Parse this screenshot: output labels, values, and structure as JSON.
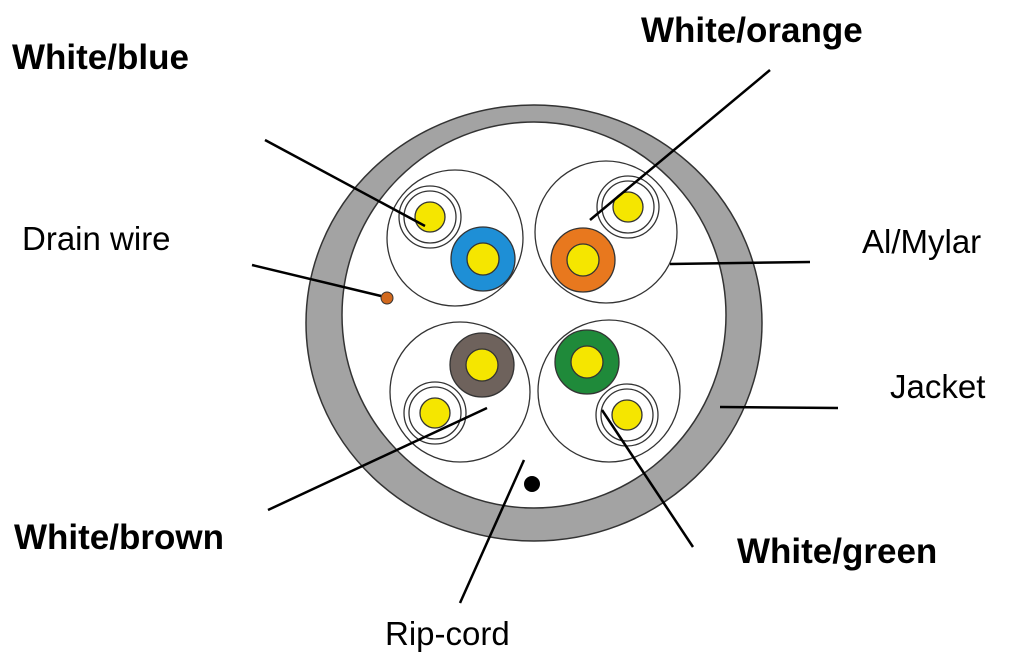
{
  "labels": {
    "white_blue": "White/blue",
    "white_orange": "White/orange",
    "drain_wire": "Drain wire",
    "al_mylar": "Al/Mylar",
    "jacket": "Jacket",
    "white_brown": "White/brown",
    "white_green": "White/green",
    "rip_cord": "Rip-cord"
  },
  "colors": {
    "jacket": "#a3a3a3",
    "conductor": "#f5e600",
    "blue": "#1e8fd6",
    "orange": "#e8781e",
    "brown": "#6e625c",
    "green": "#1f8a3a",
    "drain": "#d2691e",
    "ripcord": "#000000"
  }
}
